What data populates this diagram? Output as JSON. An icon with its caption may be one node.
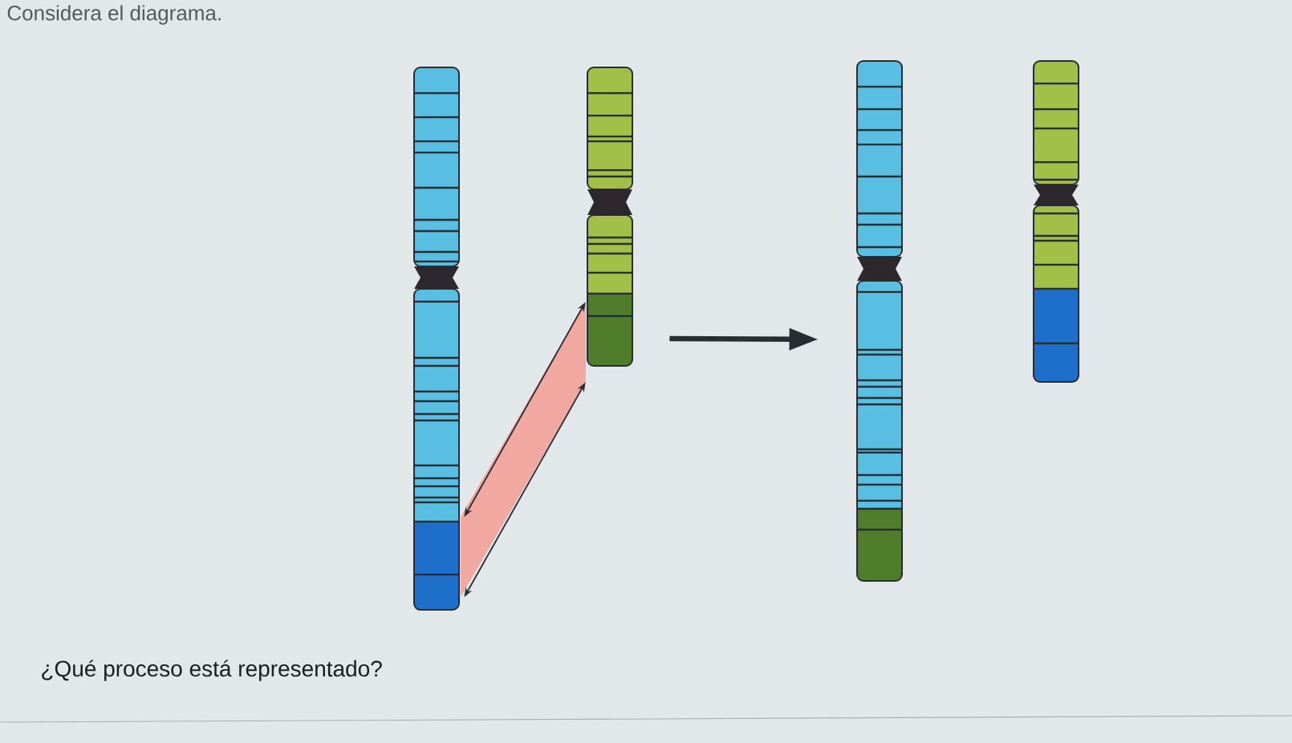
{
  "diagram": {
    "title": "Considera el diagrama.",
    "nodes": [
      {
        "text": [],
        "shape": "bar"
      },
      {
        "text": [],
        "shape": "bar"
      },
      {
        "text": [],
        "shape": "bar"
      },
      {
        "text": [],
        "shape": "bar"
      }
    ],
    "edges": [
      {
        "from": 0,
        "to": 1,
        "arrow": "both"
      },
      {
        "from": 0,
        "to": 1,
        "arrow": "both"
      },
      {
        "from": 1,
        "to": 2,
        "arrow": "to",
        "style": "thick"
      }
    ],
    "labels": [
      "¿Qué proceso está representado?"
    ]
  }
}
